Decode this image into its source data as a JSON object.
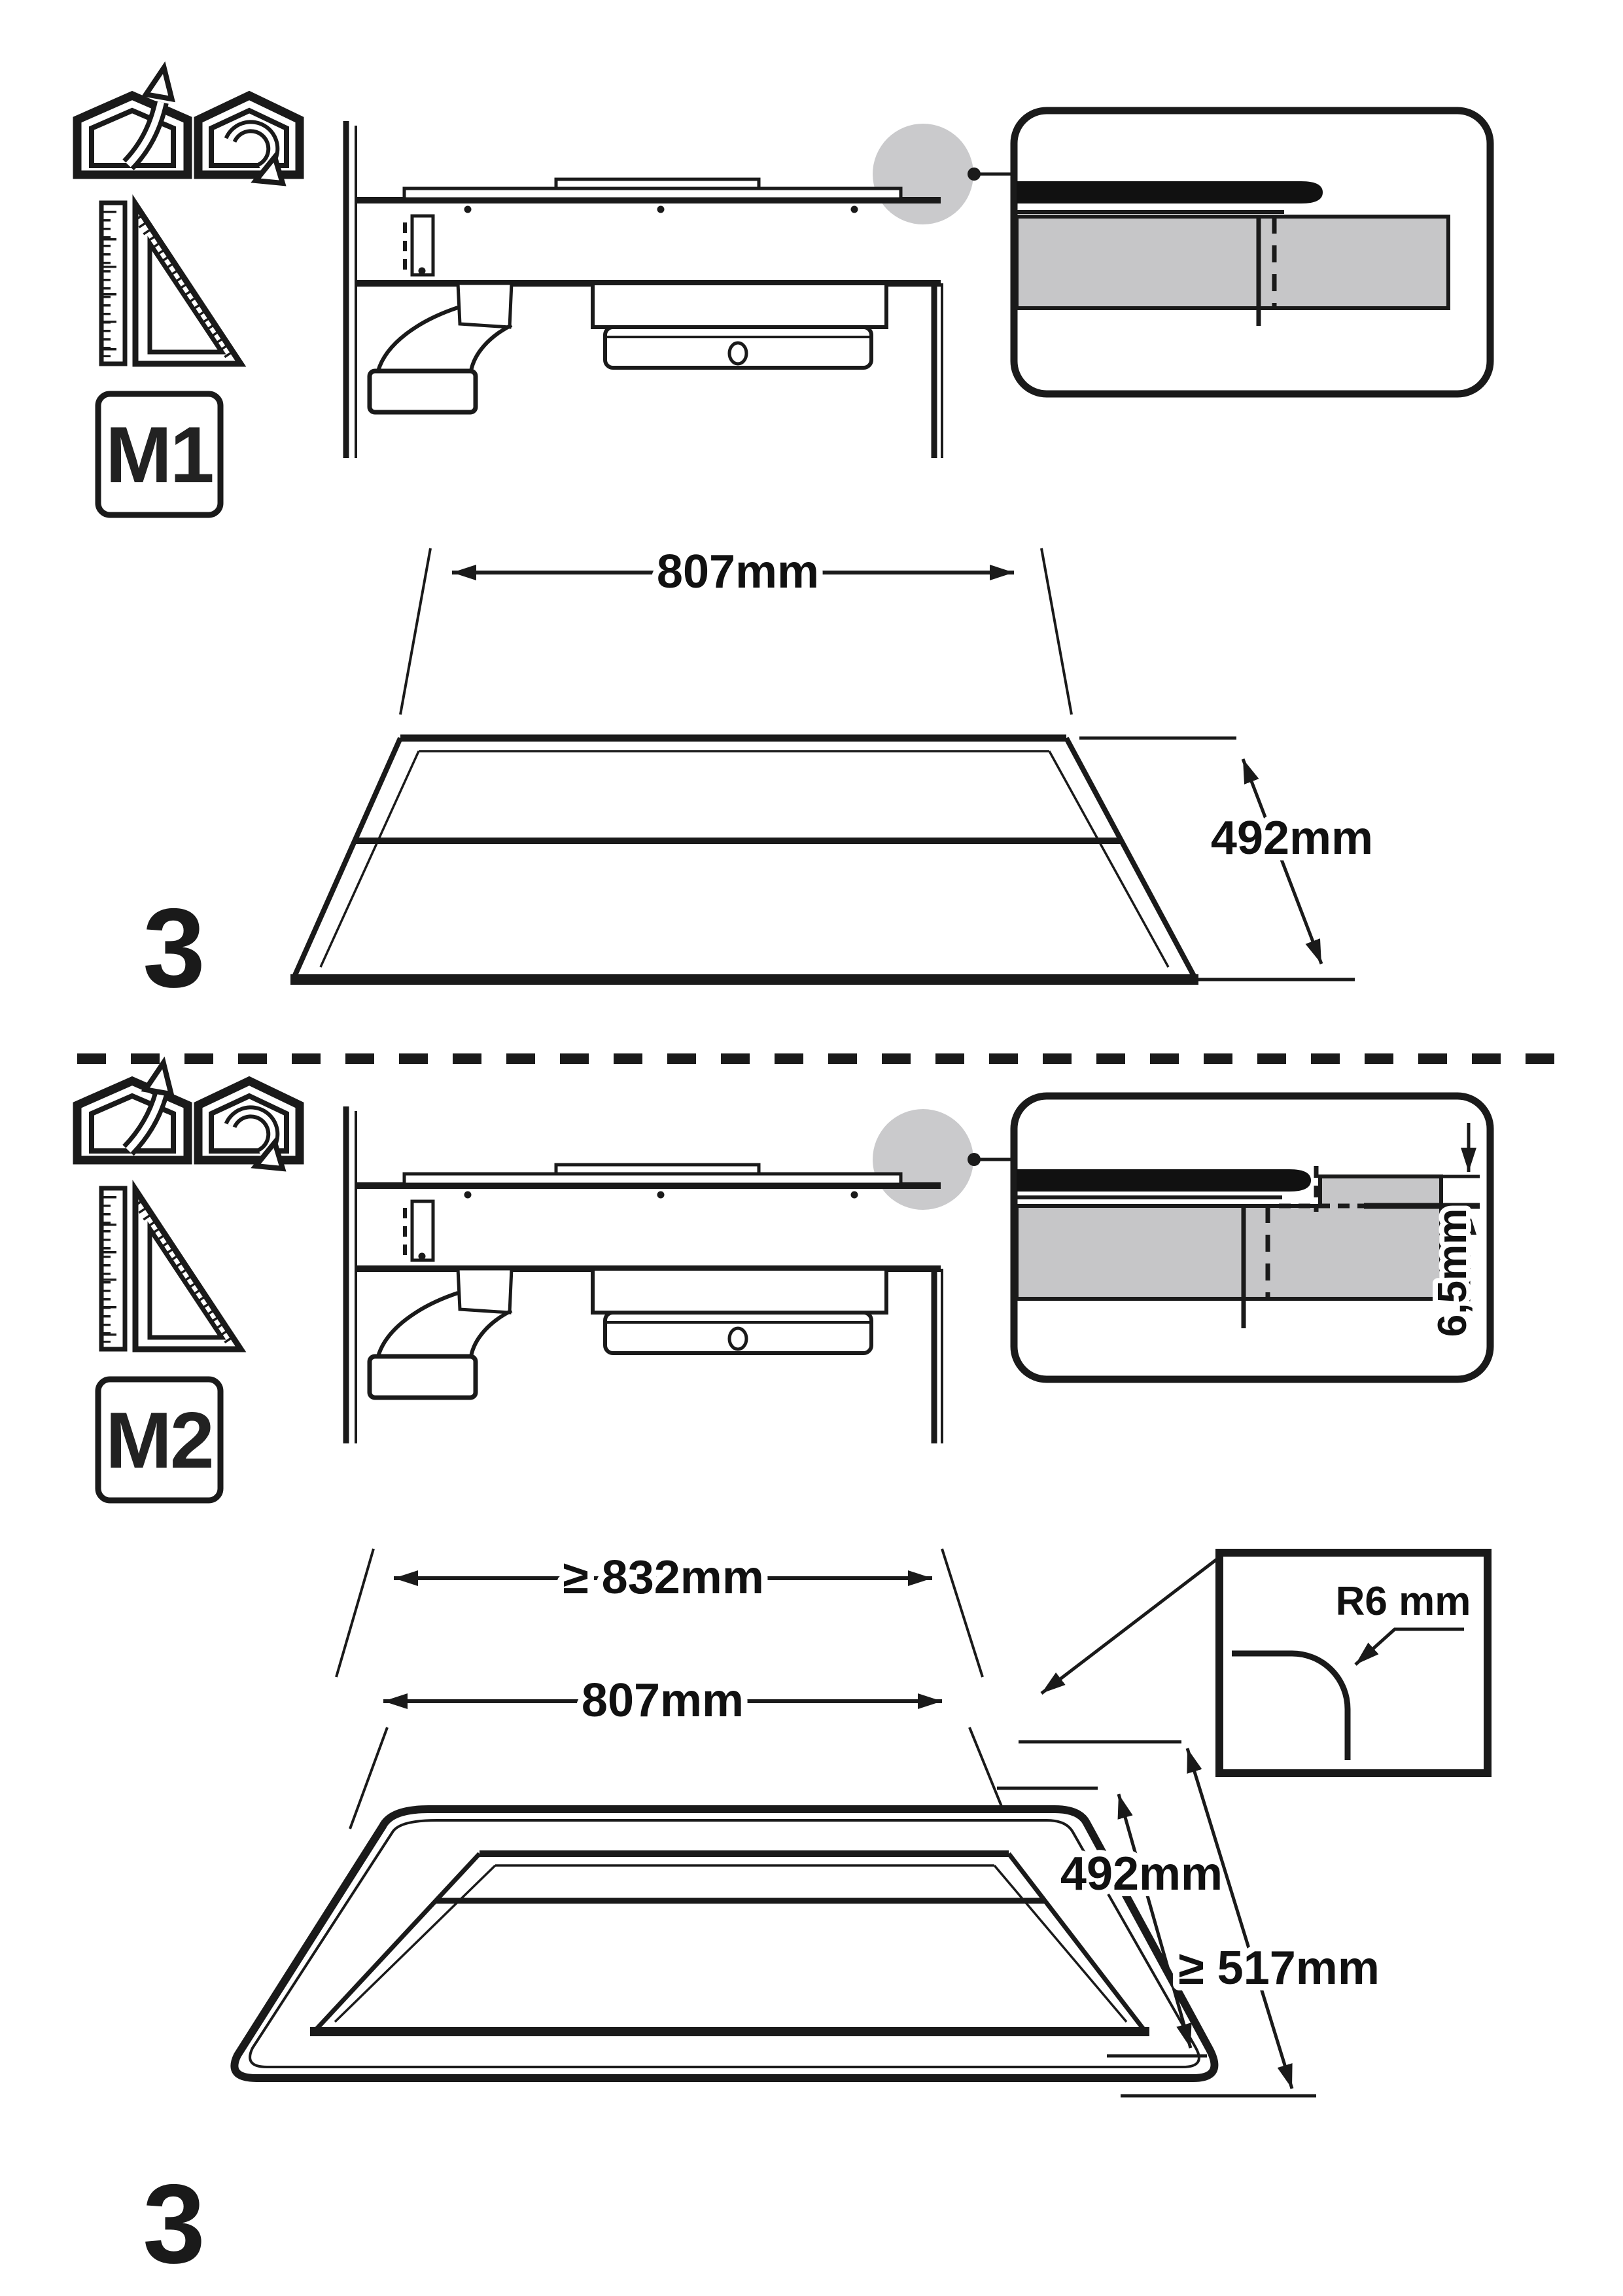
{
  "colors": {
    "ink": "#1a1a1a",
    "worktop_gray": "#c6c6c8",
    "callout_gray": "#cacacc",
    "bar_black": "#111111"
  },
  "m1": {
    "method_label": "M1",
    "step_label": "3",
    "dim_width": "807mm",
    "dim_depth": "492mm"
  },
  "m2": {
    "method_label": "M2",
    "step_label": "3",
    "dim_min_width": "≥ 832mm",
    "dim_width": "807mm",
    "dim_depth": "492mm",
    "dim_min_depth": "≥ 517mm",
    "dim_corner_radius": "R6 mm",
    "dim_flush_depth": "6,5mm"
  }
}
